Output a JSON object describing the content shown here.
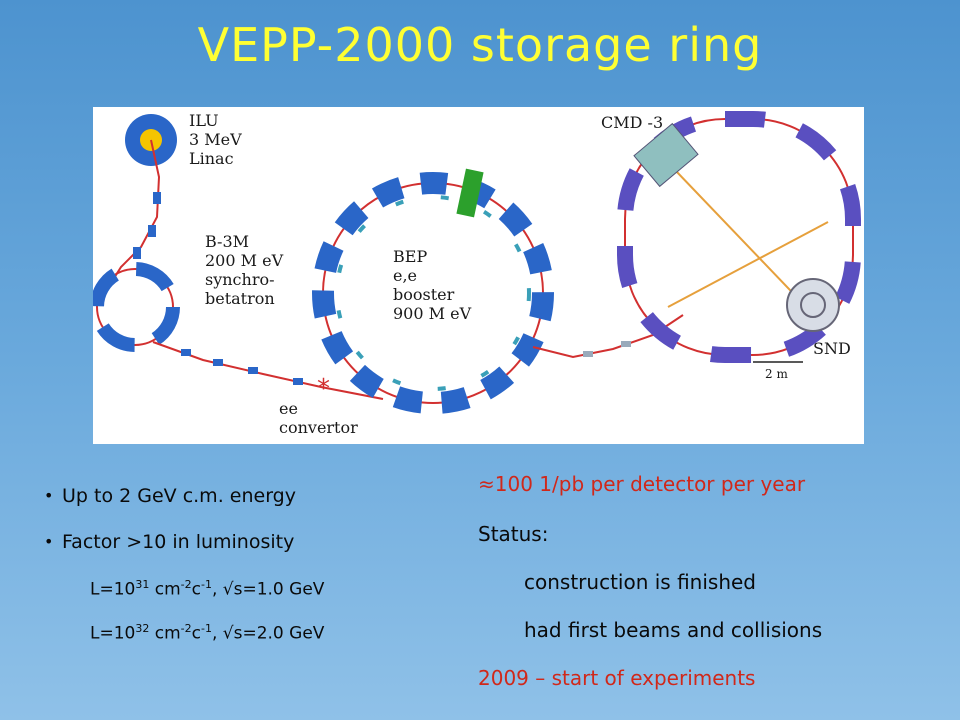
{
  "title": "VEPP-2000 storage ring",
  "diagram": {
    "ilu": [
      "ILU",
      "3 MeV",
      "Linac"
    ],
    "b3m": [
      "B-3M",
      "200 M eV",
      "synchro-",
      "betatron"
    ],
    "bep": [
      "BEP",
      "e,e",
      "booster",
      "900 M eV"
    ],
    "cmd": "CMD -3",
    "snd": "SND",
    "scale": "2 m",
    "convertor": [
      "ee",
      "convertor"
    ]
  },
  "bullets": [
    "Up to 2 GeV c.m. energy",
    "Factor >10 in luminosity"
  ],
  "formulas": [
    {
      "prefix": "L=10",
      "exp": "31",
      "unit": " cm",
      "e1": "-2",
      "mid": "c",
      "e2": "-1",
      "tail": ", √s=1.0 GeV"
    },
    {
      "prefix": "L=10",
      "exp": "32",
      "unit": " cm",
      "e1": "-2",
      "mid": "c",
      "e2": "-1",
      "tail": ", √s=2.0 GeV"
    }
  ],
  "right": {
    "rate": "≈100 1/pb per detector per year",
    "status": "Status:",
    "s1": "construction is finished",
    "s2": "had first beams and collisions",
    "start": "2009 – start of experiments"
  },
  "colors": {
    "title": "#ffff33",
    "highlight": "#d0281a",
    "magnet": "#2a66c8",
    "beamline": "#d23030"
  }
}
